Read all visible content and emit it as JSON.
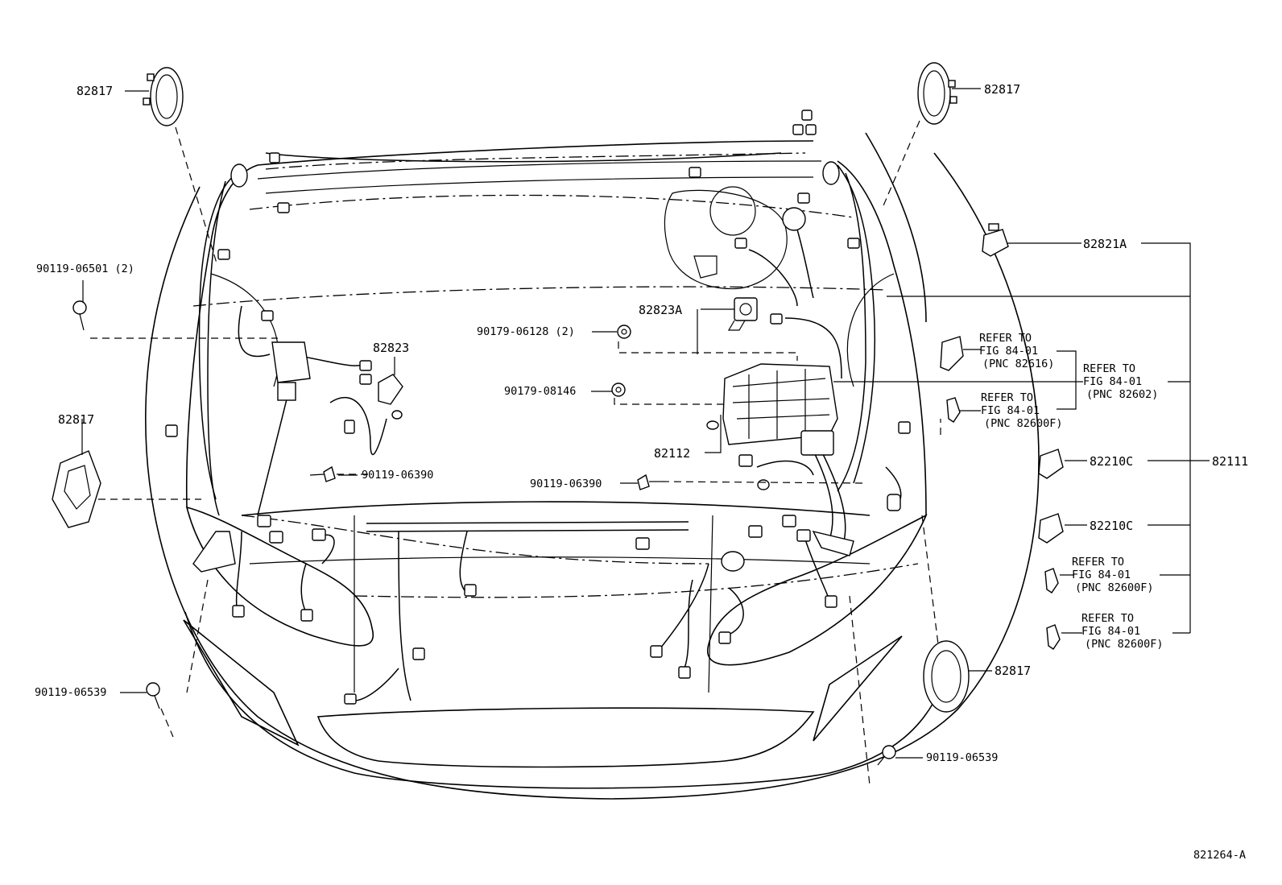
{
  "labels": {
    "p82817_tl": "82817",
    "p82817_tr": "82817",
    "p82817_ml": "82817",
    "p82817_br": "82817",
    "p90119_06501": "90119-06501 (2)",
    "p82823": "82823",
    "p90119_06390_l": "90119-06390",
    "p90119_06390_c": "90119-06390",
    "p90119_06539_l": "90119-06539",
    "p90119_06539_r": "90119-06539",
    "p90179_06128": "90179-06128 (2)",
    "p90179_08146": "90179-08146",
    "p82823A": "82823A",
    "p82112": "82112",
    "p82821A": "82821A",
    "p82210C_1": "82210C",
    "p82210C_2": "82210C",
    "p82111": "82111",
    "figure_id": "821264-A"
  },
  "refer_notes": [
    {
      "line1": "REFER TO",
      "line2": "FIG 84-01",
      "line3": "(PNC 82616)"
    },
    {
      "line1": "REFER TO",
      "line2": "FIG 84-01",
      "line3": "(PNC 82602)"
    },
    {
      "line1": "REFER TO",
      "line2": "FIG 84-01",
      "line3": "(PNC 82600F)"
    },
    {
      "line1": "REFER TO",
      "line2": "FIG 84-01",
      "line3": "(PNC 82600F)"
    },
    {
      "line1": "REFER TO",
      "line2": "FIG 84-01",
      "line3": "(PNC 82600F)"
    }
  ]
}
